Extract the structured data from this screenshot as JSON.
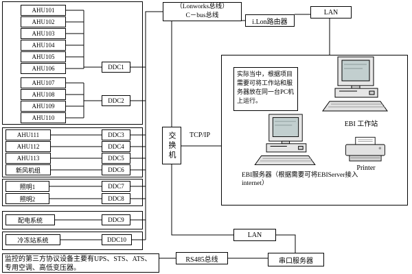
{
  "nodes": {
    "ahu_top": [
      "AHU101",
      "AHU102",
      "AHU103",
      "AHU104",
      "AHU105",
      "AHU106"
    ],
    "ahu_mid": [
      "AHU107",
      "AHU108",
      "AHU109",
      "AHU110"
    ],
    "ahu_low": [
      "AHU111",
      "AHU112",
      "AHU113"
    ],
    "fresh_air_unit": "新风机组",
    "lighting": [
      "照明1",
      "照明2"
    ],
    "power_distribution": "配电系统",
    "chiller_station": "冷冻站系统",
    "ddc": [
      "DDC1",
      "DDC2",
      "DDC3",
      "DDC4",
      "DDC5",
      "DDC6",
      "DDC7",
      "DDC8",
      "DDC9",
      "DDC10"
    ],
    "bus_label_line1": "（Lonworks总线）",
    "bus_label_line2": "C－bus总线",
    "ilon_router": "i.Lon路由器",
    "lan_top": "LAN",
    "lan_bottom": "LAN",
    "switch": "交换机",
    "tcpip": "TCP/IP",
    "note": "实际当中，根据项目需要可将工作站和服务器放在同一台PC机上运行。",
    "ebi_workstation": "EBI 工作站",
    "ebi_server": "EBI服务器（根据需要可将EBIServer接入internet）",
    "printer": "Printer",
    "rs485_bus": "RS485总线",
    "serial_server": "串口服务器",
    "third_party_note": "监控的第三方协议设备主要有UPS、STS、ATS、专用空调、高低变压器。"
  }
}
